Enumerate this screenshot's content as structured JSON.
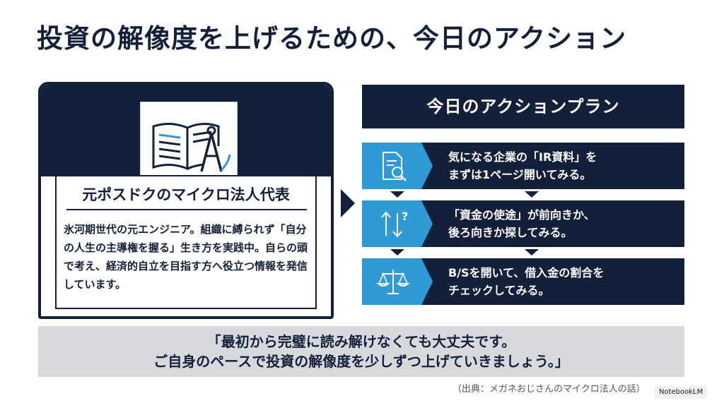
{
  "title": "投資の解像度を上げるための、今日のアクション",
  "profile": {
    "name": "元ポスドクのマイクロ法人代表",
    "description": "氷河期世代の元エンジニア。組織に縛られず「自分の人生の主導権を握る」生き方を実践中。自らの頭で考え、経済的自立を目指す方へ役立つ情報を発信しています。",
    "icon": "book-compass-icon"
  },
  "plan": {
    "heading": "今日のアクションプラン",
    "steps": [
      {
        "icon": "document-search-icon",
        "line1": "気になる企業の「IR資料」を",
        "line2": "まずは1ページ開いてみる。"
      },
      {
        "icon": "up-down-arrows-question-icon",
        "line1": "「資金の使途」が前向きか、",
        "line2": "後ろ向きか探してみる。"
      },
      {
        "icon": "balance-scale-icon",
        "line1": "B/Sを開いて、借入金の割合を",
        "line2": "チェックしてみる。"
      }
    ]
  },
  "quote": {
    "line1": "「最初から完璧に読み解けなくても大丈夫です。",
    "line2": "ご自身のペースで投資の解像度を少しずつ上げていきましょう。」"
  },
  "source": "（出典：メガネおじさんのマイクロ法人の話）",
  "badge": "NotebookLM",
  "colors": {
    "navy": "#14203a",
    "accent_blue": "#2f9ad6",
    "quote_bg": "#d7d9dc"
  }
}
